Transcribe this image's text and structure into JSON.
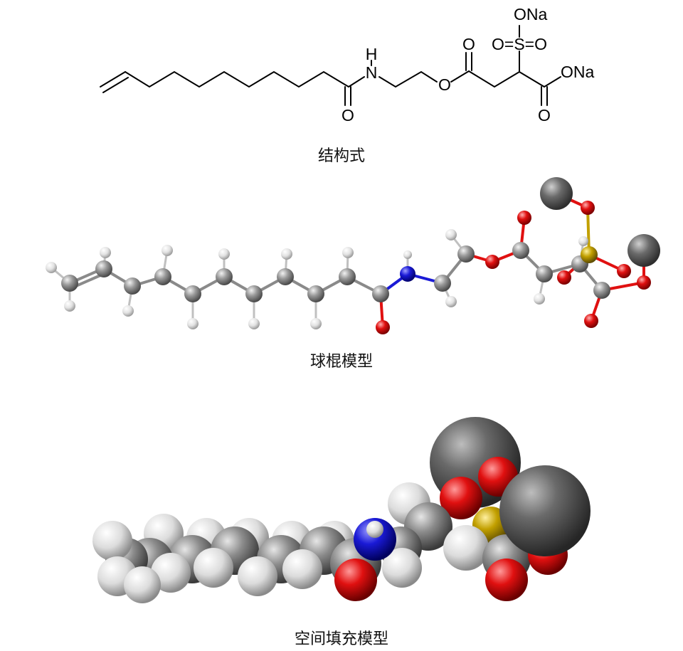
{
  "structure": {
    "caption": "结构式",
    "atoms": {
      "nh_h": "H",
      "nh_n": "N",
      "amide_o": "O",
      "ester_link_o": "O",
      "ester_carbonyl_o": "O",
      "sulfonate_group": "O=S=O",
      "sulfonate_ona": "ONa",
      "carboxylate_ona": "ONa",
      "carboxylate_o": "O"
    }
  },
  "ball_and_stick": {
    "caption": "球棍模型"
  },
  "space_filling": {
    "caption": "空间填充模型"
  },
  "colors": {
    "carbon": "#8c8c8c",
    "hydrogen": "#e6e6e6",
    "nitrogen": "#1a1ad6",
    "oxygen": "#e01010",
    "sulfur": "#c2a000",
    "sodium": "#5a5a5a"
  }
}
